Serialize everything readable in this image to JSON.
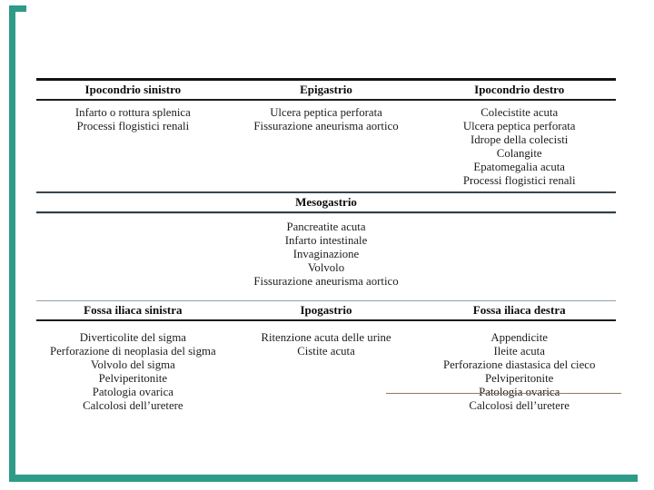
{
  "slide": {
    "background_color": "#ffffff",
    "accent_color": "#2e9b88"
  },
  "table": {
    "section_upper": {
      "headers": [
        "Ipocondrio sinistro",
        "Epigastrio",
        "Ipocondrio destro"
      ],
      "columns": [
        [
          "Infarto o rottura splenica",
          "Processi flogistici renali"
        ],
        [
          "Ulcera peptica perforata",
          "Fissurazione aneurisma aortico"
        ],
        [
          "Colecistite acuta",
          "Ulcera peptica perforata",
          "Idrope della colecisti",
          "Colangite",
          "Epatomegalia acuta",
          "Processi flogistici renali"
        ]
      ]
    },
    "section_middle": {
      "header": "Mesogastrio",
      "items": [
        "Pancreatite acuta",
        "Infarto intestinale",
        "Invaginazione",
        "Volvolo",
        "Fissurazione aneurisma aortico"
      ]
    },
    "section_lower": {
      "headers": [
        "Fossa iliaca sinistra",
        "Ipogastrio",
        "Fossa iliaca destra"
      ],
      "columns": [
        [
          "Diverticolite del sigma",
          "Perforazione di neoplasia del sigma",
          "Volvolo del sigma",
          "Pelviperitonite",
          "Patologia ovarica",
          "Calcolosi dell’uretere"
        ],
        [
          "Ritenzione acuta delle urine",
          "Cistite acuta"
        ],
        [
          "Appendicite",
          "Ileite acuta",
          "Perforazione diastasica del cieco",
          "Pelviperitonite",
          "Patologia ovarica",
          "Calcolosi dell’uretere"
        ]
      ]
    }
  }
}
